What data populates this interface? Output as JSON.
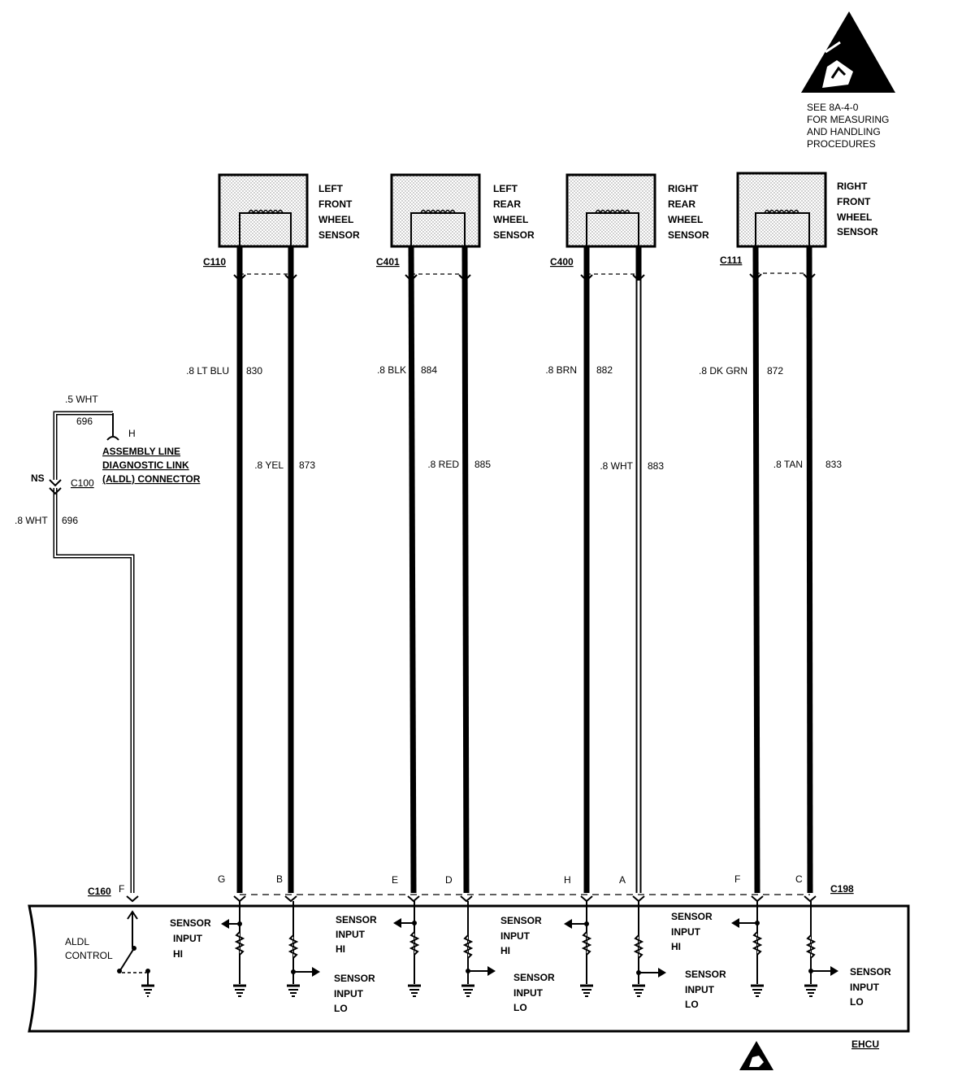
{
  "esd_notice": {
    "line1": "SEE 8A-4-0",
    "line2": "FOR MEASURING",
    "line3": "AND HANDLING",
    "line4": "PROCEDURES"
  },
  "sensors": [
    {
      "name_line1": "LEFT",
      "name_line2": "FRONT",
      "name_line3": "WHEEL",
      "name_line4": "SENSOR",
      "connector": "C110",
      "wire_a": {
        "gauge_color": ".8 LT BLU",
        "circuit": "830",
        "pin": "G"
      },
      "wire_b": {
        "gauge_color": ".8 YEL",
        "circuit": "873",
        "pin": "B"
      }
    },
    {
      "name_line1": "LEFT",
      "name_line2": "REAR",
      "name_line3": "WHEEL",
      "name_line4": "SENSOR",
      "connector": "C401",
      "wire_a": {
        "gauge_color": ".8 BLK",
        "circuit": "884",
        "pin": "E"
      },
      "wire_b": {
        "gauge_color": ".8 RED",
        "circuit": "885",
        "pin": "D"
      }
    },
    {
      "name_line1": "RIGHT",
      "name_line2": "REAR",
      "name_line3": "WHEEL",
      "name_line4": "SENSOR",
      "connector": "C400",
      "wire_a": {
        "gauge_color": ".8 BRN",
        "circuit": "882",
        "pin": "H"
      },
      "wire_b": {
        "gauge_color": ".8 WHT",
        "circuit": "883",
        "pin": "A"
      }
    },
    {
      "name_line1": "RIGHT",
      "name_line2": "FRONT",
      "name_line3": "WHEEL",
      "name_line4": "SENSOR",
      "connector": "C111",
      "wire_a": {
        "gauge_color": ".8 DK GRN",
        "circuit": "872",
        "pin": "F"
      },
      "wire_b": {
        "gauge_color": ".8 TAN",
        "circuit": "833",
        "pin": "C"
      }
    }
  ],
  "aldl": {
    "top_wire": ".5 WHT",
    "top_circuit": "696",
    "terminal": "H",
    "connector_line1": "ASSEMBLY LINE",
    "connector_line2": "DIAGNOSTIC LINK",
    "connector_line3": "(ALDL) CONNECTOR",
    "ns": "NS",
    "connector_id": "C100",
    "lower_wire": ".8 WHT",
    "lower_circuit": "696",
    "ecu_connector": "C160",
    "ecu_pin": "F",
    "control_line1": "ALDL",
    "control_line2": "CONTROL"
  },
  "ecu": {
    "connector": "C198",
    "name": "EHCU",
    "input_hi": [
      "SENSOR",
      "INPUT",
      "HI"
    ],
    "input_lo": [
      "SENSOR",
      "INPUT",
      "LO"
    ]
  }
}
